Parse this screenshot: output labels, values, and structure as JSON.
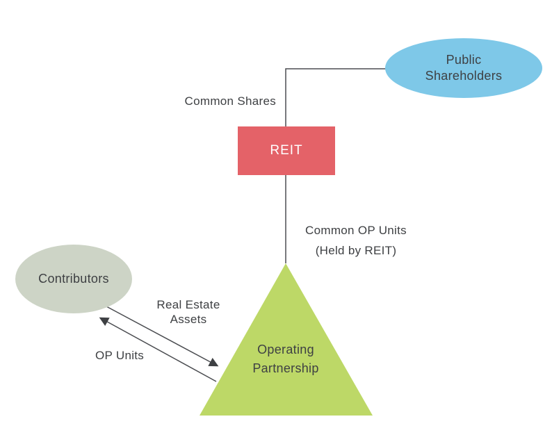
{
  "diagram": {
    "background": "#ffffff",
    "nodes": {
      "public_shareholders": {
        "label": "Public Shareholders",
        "shape": "ellipse",
        "fill": "#7ec8e8"
      },
      "reit": {
        "label": "REIT",
        "shape": "rectangle",
        "fill": "#e46268",
        "text_color": "#ffffff"
      },
      "operating_partnership": {
        "label": "Operating Partnership",
        "shape": "triangle",
        "fill": "#bdd867"
      },
      "contributors": {
        "label": "Contributors",
        "shape": "ellipse",
        "fill": "#cdd4c6"
      }
    },
    "edges": {
      "common_shares": {
        "label": "Common Shares",
        "from": "public_shareholders",
        "to": "reit"
      },
      "common_op_units": {
        "label": "Common OP Units\n(Held by REIT)",
        "from": "reit",
        "to": "operating_partnership"
      },
      "real_estate_assets": {
        "label": "Real Estate Assets",
        "from": "contributors",
        "to": "operating_partnership"
      },
      "op_units": {
        "label": "OP Units",
        "from": "operating_partnership",
        "to": "contributors"
      }
    },
    "colors": {
      "line": "#4a4c50",
      "text": "#3e4043"
    }
  }
}
